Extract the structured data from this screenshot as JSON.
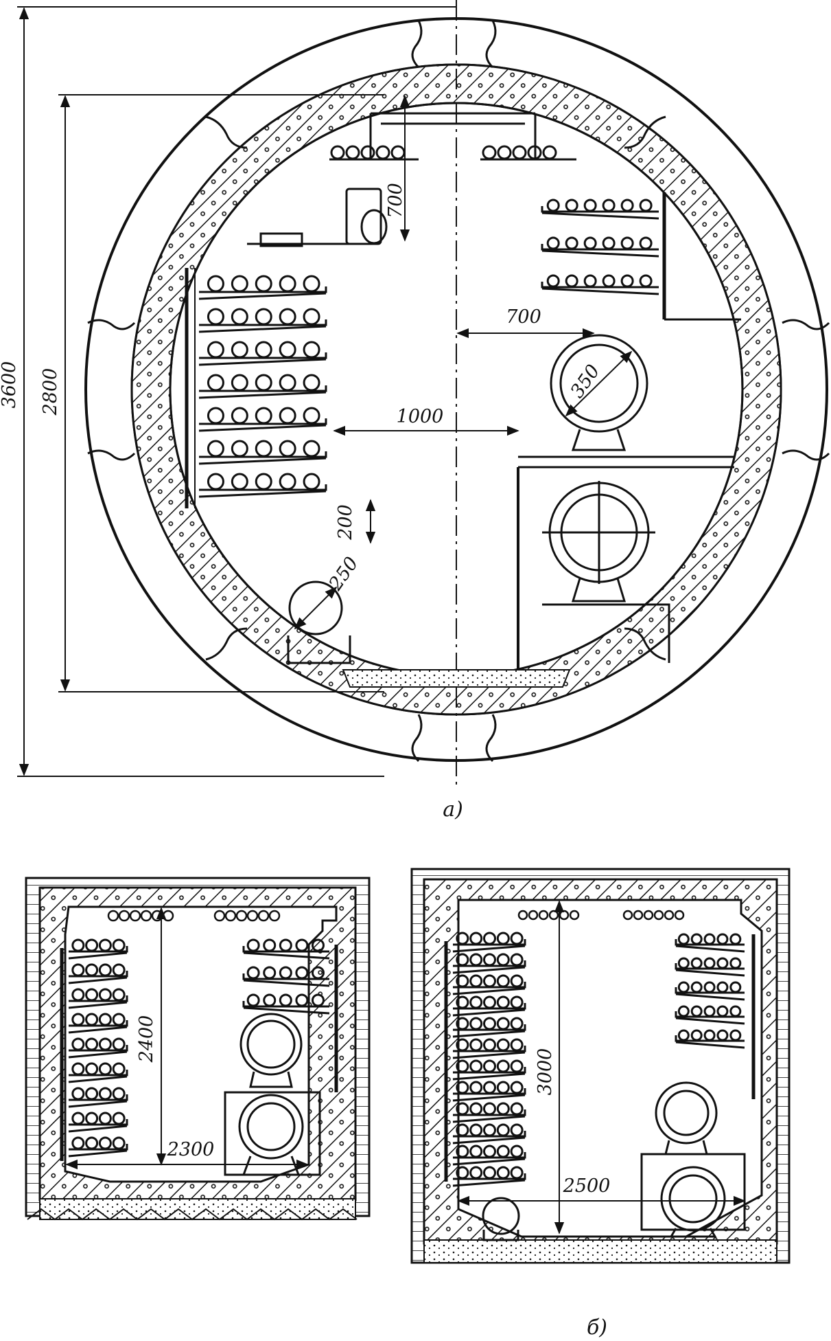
{
  "figure": {
    "captions": {
      "a": "а)",
      "b": "б)"
    },
    "circular_tunnel": {
      "dimensions": {
        "outer_height": "3600",
        "inner_height": "2800",
        "top_offset": "700",
        "right_offset": "700",
        "clear_width": "1000",
        "shelf_spacing": "200",
        "small_pipe": "250",
        "large_pipe": "350"
      }
    },
    "small_rect_tunnel": {
      "dimensions": {
        "height": "2400",
        "width": "2300"
      }
    },
    "large_rect_tunnel": {
      "dimensions": {
        "height": "3000",
        "width": "2500"
      }
    }
  },
  "colors": {
    "ink": "#111111",
    "paper": "#ffffff"
  }
}
